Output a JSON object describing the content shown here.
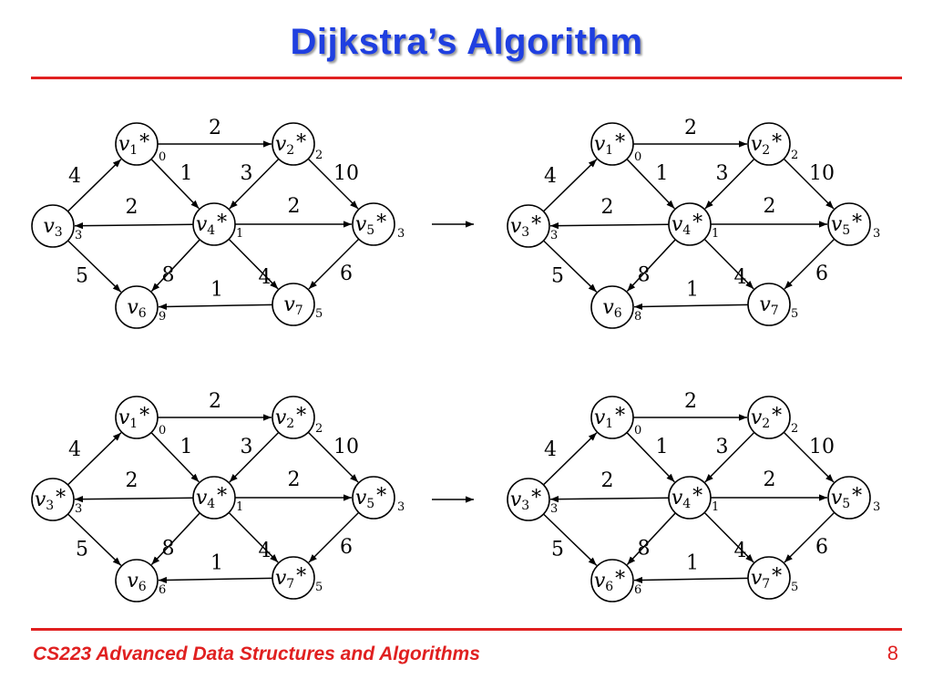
{
  "slide": {
    "title": "Dijkstra’s Algorithm",
    "footer": "CS223 Advanced Data Structures and Algorithms",
    "page_number": "8"
  },
  "graph": {
    "nodes": [
      {
        "id": "v1",
        "name": "v",
        "sub": "1"
      },
      {
        "id": "v2",
        "name": "v",
        "sub": "2"
      },
      {
        "id": "v3",
        "name": "v",
        "sub": "3"
      },
      {
        "id": "v4",
        "name": "v",
        "sub": "4"
      },
      {
        "id": "v5",
        "name": "v",
        "sub": "5"
      },
      {
        "id": "v6",
        "name": "v",
        "sub": "6"
      },
      {
        "id": "v7",
        "name": "v",
        "sub": "7"
      }
    ],
    "edges": [
      {
        "from": "v1",
        "to": "v2",
        "weight": "2"
      },
      {
        "from": "v3",
        "to": "v1",
        "weight": "4"
      },
      {
        "from": "v1",
        "to": "v4",
        "weight": "1"
      },
      {
        "from": "v4",
        "to": "v3",
        "weight": "2"
      },
      {
        "from": "v4",
        "to": "v5",
        "weight": "2"
      },
      {
        "from": "v2",
        "to": "v4",
        "weight": "3"
      },
      {
        "from": "v2",
        "to": "v5",
        "weight": "10"
      },
      {
        "from": "v3",
        "to": "v6",
        "weight": "5"
      },
      {
        "from": "v4",
        "to": "v6",
        "weight": "8"
      },
      {
        "from": "v4",
        "to": "v7",
        "weight": "4"
      },
      {
        "from": "v5",
        "to": "v7",
        "weight": "6"
      },
      {
        "from": "v7",
        "to": "v6",
        "weight": "1"
      }
    ]
  },
  "transition_arrow": "→",
  "panels": [
    {
      "known": [
        "v1",
        "v2",
        "v4",
        "v5"
      ],
      "dist": {
        "v1": "0",
        "v2": "2",
        "v3": "3",
        "v4": "1",
        "v5": "3",
        "v6": "9",
        "v7": "5"
      }
    },
    {
      "known": [
        "v1",
        "v2",
        "v3",
        "v4",
        "v5"
      ],
      "dist": {
        "v1": "0",
        "v2": "2",
        "v3": "3",
        "v4": "1",
        "v5": "3",
        "v6": "8",
        "v7": "5"
      }
    },
    {
      "known": [
        "v1",
        "v2",
        "v3",
        "v4",
        "v5",
        "v7"
      ],
      "dist": {
        "v1": "0",
        "v2": "2",
        "v3": "3",
        "v4": "1",
        "v5": "3",
        "v6": "6",
        "v7": "5"
      }
    },
    {
      "known": [
        "v1",
        "v2",
        "v3",
        "v4",
        "v5",
        "v6",
        "v7"
      ],
      "dist": {
        "v1": "0",
        "v2": "2",
        "v3": "3",
        "v4": "1",
        "v5": "3",
        "v6": "6",
        "v7": "5"
      }
    }
  ]
}
